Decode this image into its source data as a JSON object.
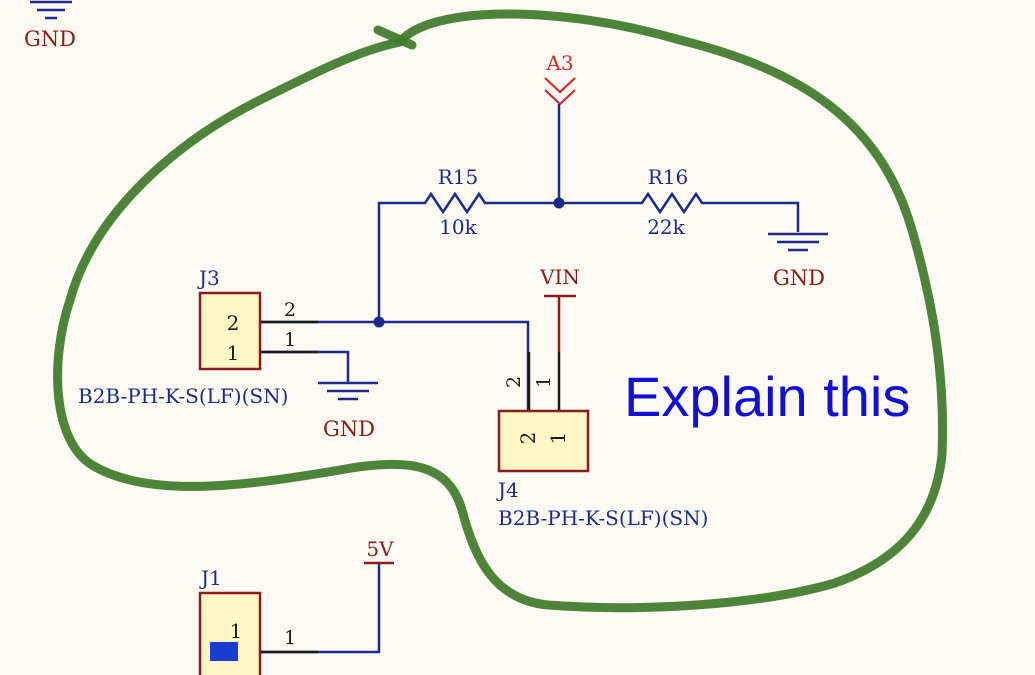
{
  "colors": {
    "background": "#fdfaf3",
    "wire": "#1b2a8c",
    "component_outline": "#8b1a1a",
    "component_fill": "#fff8c4",
    "power_label": "#8b1a1a",
    "net_label": "#d42a2a",
    "designator": "#1b2a8c",
    "highlight_stroke": "#3f7a2a",
    "annotation_text": "#1010d8",
    "pin_marker": "#1a3ccf"
  },
  "schematic": {
    "top_ground": {
      "label": "GND"
    },
    "net_a3": {
      "label": "A3"
    },
    "r15": {
      "designator": "R15",
      "value": "10k"
    },
    "r16": {
      "designator": "R16",
      "value": "22k"
    },
    "r16_ground": {
      "label": "GND"
    },
    "vin": {
      "label": "VIN"
    },
    "j3": {
      "designator": "J3",
      "part": "B2B-PH-K-S(LF)(SN)",
      "pin2_inside": "2",
      "pin1_inside": "1",
      "pin2_number": "2",
      "pin1_number": "1"
    },
    "j3_ground": {
      "label": "GND"
    },
    "j4": {
      "designator": "J4",
      "part": "B2B-PH-K-S(LF)(SN)",
      "pin2_inside": "2",
      "pin1_inside": "1",
      "pin2_number": "2",
      "pin1_number": "1"
    },
    "j1": {
      "designator": "J1",
      "pin1_inside": "1",
      "pin1_number": "1"
    },
    "supply_5v": {
      "label": "5V"
    }
  },
  "annotation": {
    "text": "Explain this"
  }
}
